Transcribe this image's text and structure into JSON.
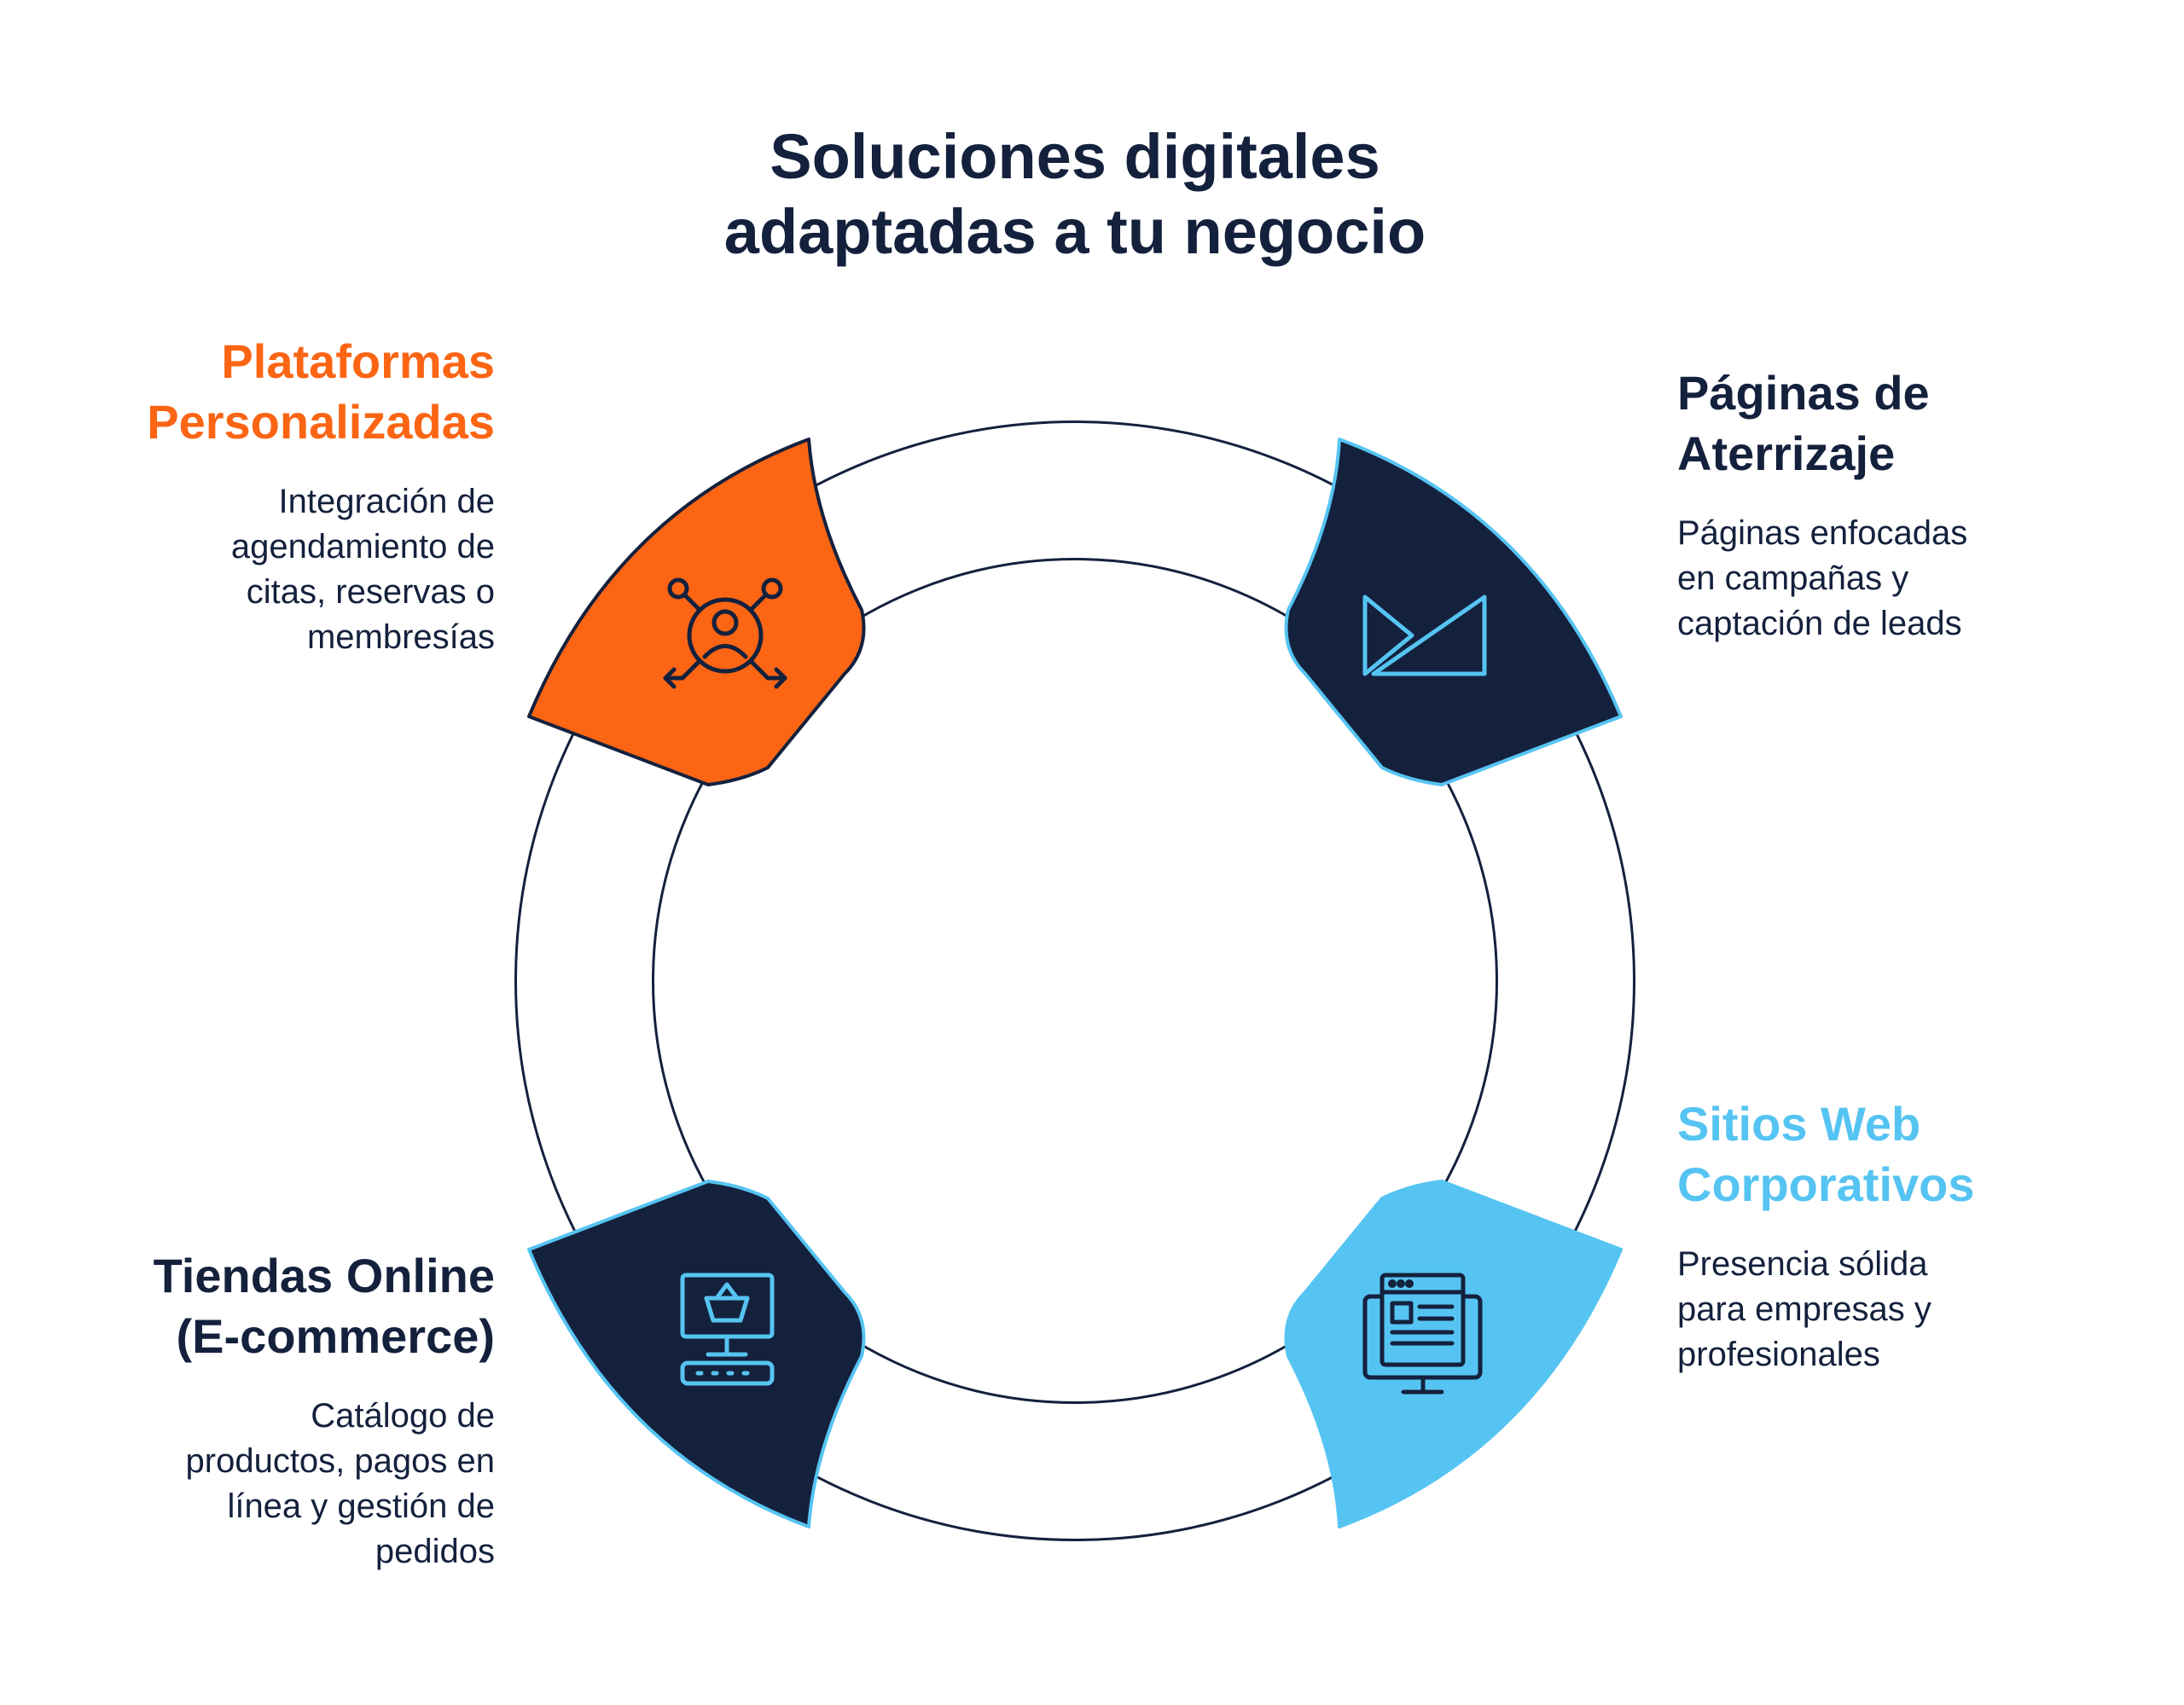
{
  "title": {
    "line1": "Soluciones digitales",
    "line2": "adaptadas a tu negocio"
  },
  "colors": {
    "navy": "#14213d",
    "orange": "#fb6514",
    "sky": "#56c4f2",
    "ring": "#ffffff"
  },
  "steps": [
    {
      "heading_lines": [
        "Plataformas",
        "Personalizadas"
      ],
      "description_lines": [
        "Integración de",
        "agendamiento de",
        "citas, reservas o",
        "membresías"
      ],
      "heading_color": "#fb6514",
      "fill": "#fb6514",
      "icon": "user-network-icon"
    },
    {
      "heading_lines": [
        "Páginas de",
        "Aterrizaje"
      ],
      "description_lines": [
        "Páginas enfocadas",
        "en campañas y",
        "captación de leads"
      ],
      "heading_color": "#14213d",
      "fill": "#14213d",
      "icon": "landing-page-icon"
    },
    {
      "heading_lines": [
        "Sitios Web",
        "Corporativos"
      ],
      "description_lines": [
        "Presencia sólida",
        "para empresas y",
        "profesionales"
      ],
      "heading_color": "#56c4f2",
      "fill": "#56c4f2",
      "icon": "website-monitor-icon"
    },
    {
      "heading_lines": [
        "Tiendas Online",
        "(E-commerce)"
      ],
      "description_lines": [
        "Catálogo de",
        "productos, pagos en",
        "línea y gestión de",
        "pedidos"
      ],
      "heading_color": "#14213d",
      "fill": "#14213d",
      "icon": "shopping-terminal-icon"
    }
  ]
}
